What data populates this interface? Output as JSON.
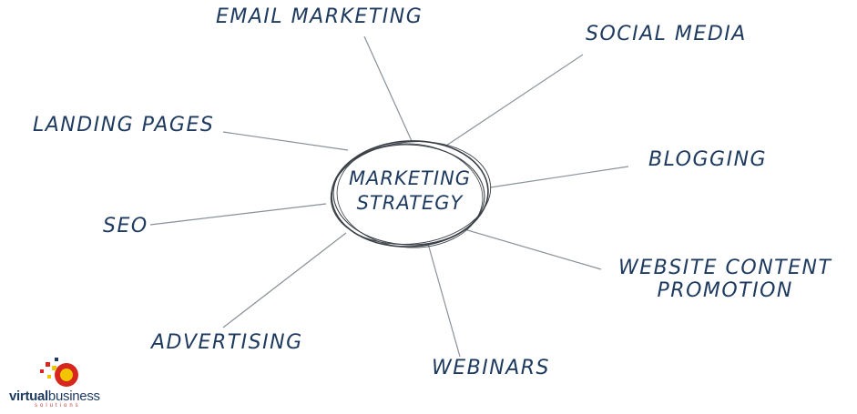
{
  "diagram": {
    "center": {
      "line1": "MARKETING",
      "line2": "STRATEGY"
    },
    "nodes": {
      "email_marketing": "EMAIL MARKETING",
      "social_media": "SOCIAL MEDIA",
      "landing_pages": "LANDING PAGES",
      "blogging": "BLOGGING",
      "seo": "SEO",
      "website_content_line1": "WEBSITE CONTENT",
      "website_content_line2": "PROMOTION",
      "advertising": "ADVERTISING",
      "webinars": "WEBINARS"
    }
  },
  "logo": {
    "word1": "virtual",
    "word2": "business",
    "sub": "solutions",
    "colors": {
      "red": "#d7261e",
      "yellow": "#f2c500",
      "navy": "#1e3a5f"
    }
  },
  "colors": {
    "ink": "#1e3a5f",
    "line": "#8a9199"
  }
}
